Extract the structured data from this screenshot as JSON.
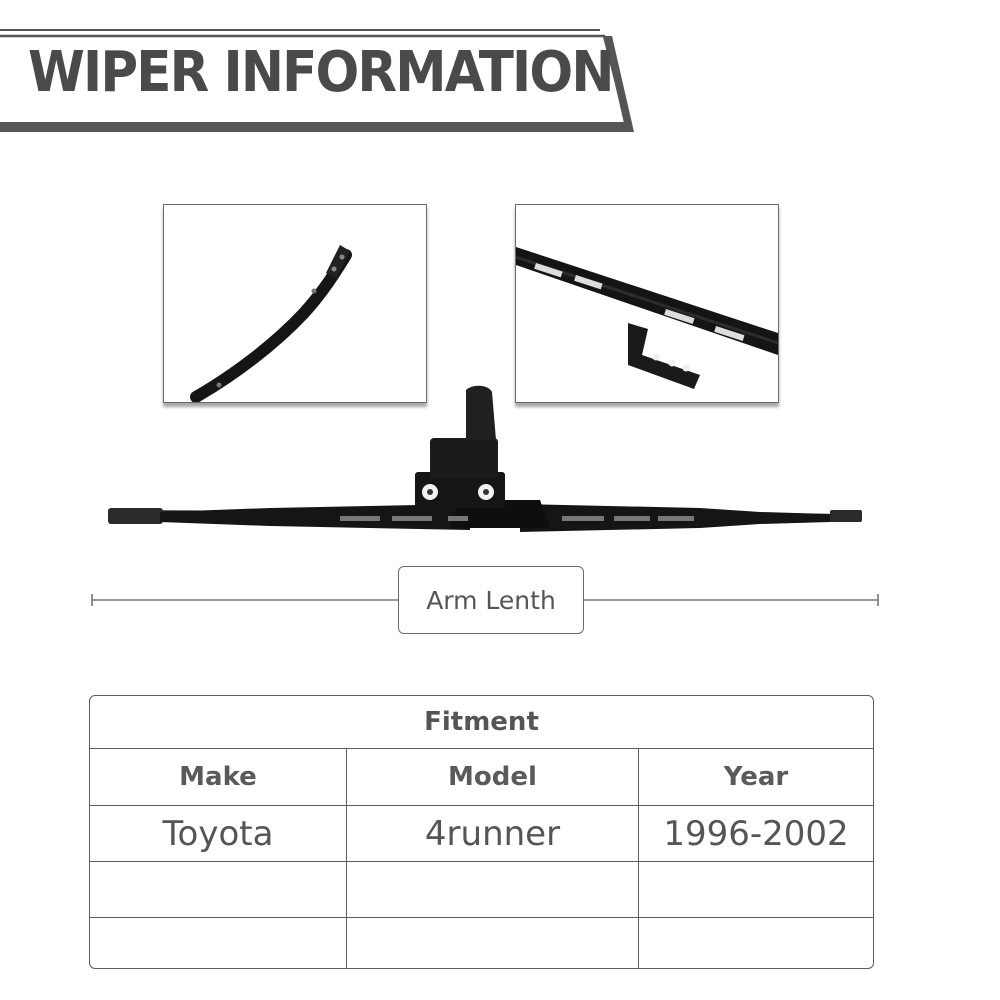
{
  "header": {
    "title": "WIPER INFORMATION",
    "accent_color": "#555555"
  },
  "diagram": {
    "arm_label": "Arm Lenth"
  },
  "fitment": {
    "title": "Fitment",
    "columns": [
      "Make",
      "Model",
      "Year"
    ],
    "rows": [
      [
        "Toyota",
        "4runner",
        "1996-2002"
      ],
      [
        "",
        "",
        ""
      ],
      [
        "",
        "",
        ""
      ]
    ]
  }
}
